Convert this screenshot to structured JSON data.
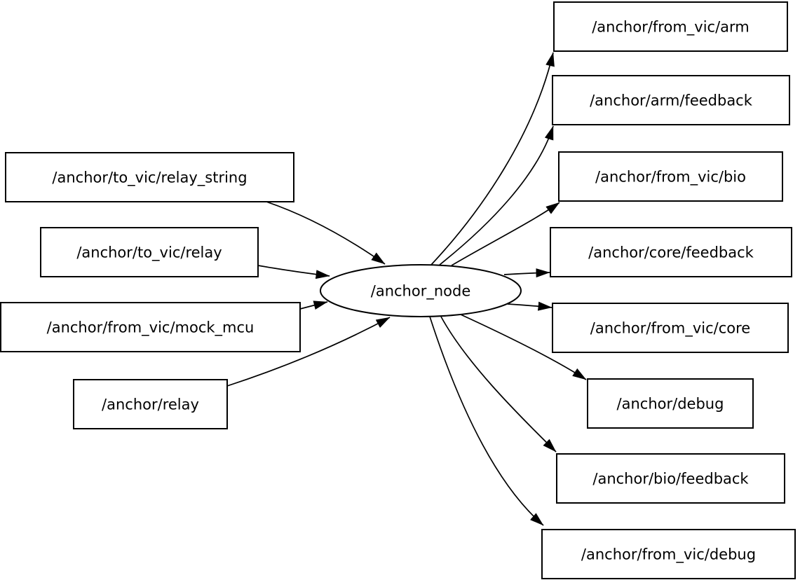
{
  "graph": {
    "nodes": [
      {
        "id": "anchor_node",
        "label": "/anchor_node",
        "shape": "ellipse",
        "role": "node"
      },
      {
        "id": "to_vic_relay_string",
        "label": "/anchor/to_vic/relay_string",
        "shape": "box",
        "role": "topic"
      },
      {
        "id": "to_vic_relay",
        "label": "/anchor/to_vic/relay",
        "shape": "box",
        "role": "topic"
      },
      {
        "id": "from_vic_mock_mcu",
        "label": "/anchor/from_vic/mock_mcu",
        "shape": "box",
        "role": "topic"
      },
      {
        "id": "relay",
        "label": "/anchor/relay",
        "shape": "box",
        "role": "topic"
      },
      {
        "id": "from_vic_arm",
        "label": "/anchor/from_vic/arm",
        "shape": "box",
        "role": "topic"
      },
      {
        "id": "arm_feedback",
        "label": "/anchor/arm/feedback",
        "shape": "box",
        "role": "topic"
      },
      {
        "id": "from_vic_bio",
        "label": "/anchor/from_vic/bio",
        "shape": "box",
        "role": "topic"
      },
      {
        "id": "core_feedback",
        "label": "/anchor/core/feedback",
        "shape": "box",
        "role": "topic"
      },
      {
        "id": "from_vic_core",
        "label": "/anchor/from_vic/core",
        "shape": "box",
        "role": "topic"
      },
      {
        "id": "debug",
        "label": "/anchor/debug",
        "shape": "box",
        "role": "topic"
      },
      {
        "id": "bio_feedback",
        "label": "/anchor/bio/feedback",
        "shape": "box",
        "role": "topic"
      },
      {
        "id": "from_vic_debug",
        "label": "/anchor/from_vic/debug",
        "shape": "box",
        "role": "topic"
      }
    ],
    "edges": [
      {
        "from": "to_vic_relay_string",
        "to": "anchor_node"
      },
      {
        "from": "to_vic_relay",
        "to": "anchor_node"
      },
      {
        "from": "from_vic_mock_mcu",
        "to": "anchor_node"
      },
      {
        "from": "relay",
        "to": "anchor_node"
      },
      {
        "from": "anchor_node",
        "to": "from_vic_arm"
      },
      {
        "from": "anchor_node",
        "to": "arm_feedback"
      },
      {
        "from": "anchor_node",
        "to": "from_vic_bio"
      },
      {
        "from": "anchor_node",
        "to": "core_feedback"
      },
      {
        "from": "anchor_node",
        "to": "from_vic_core"
      },
      {
        "from": "anchor_node",
        "to": "debug"
      },
      {
        "from": "anchor_node",
        "to": "bio_feedback"
      },
      {
        "from": "anchor_node",
        "to": "from_vic_debug"
      }
    ]
  },
  "colors": {
    "background": "#ffffff",
    "stroke": "#000000",
    "node_fill": "#ffffff",
    "text": "#000000"
  }
}
